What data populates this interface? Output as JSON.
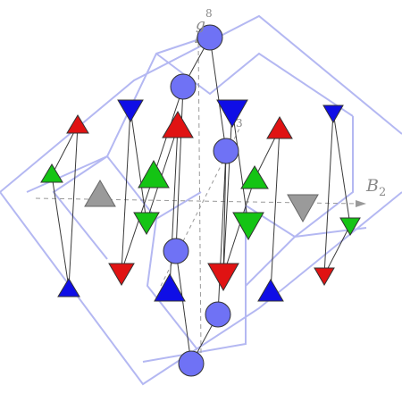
{
  "labels": {
    "axis_right_base": "B",
    "axis_right_sub": "2",
    "top_axis_label": "8",
    "mid_label": "3"
  },
  "colors": {
    "lattice": "#b4b8f2",
    "edge": "#3a3a3a",
    "axis": "#999999",
    "blue_circle": "#6f72f5",
    "blue_triangle": "#0f0ee6",
    "red_triangle": "#e01313",
    "green_triangle": "#14c414",
    "gray_triangle": "#9a9a9a"
  },
  "legend_note": ""
}
